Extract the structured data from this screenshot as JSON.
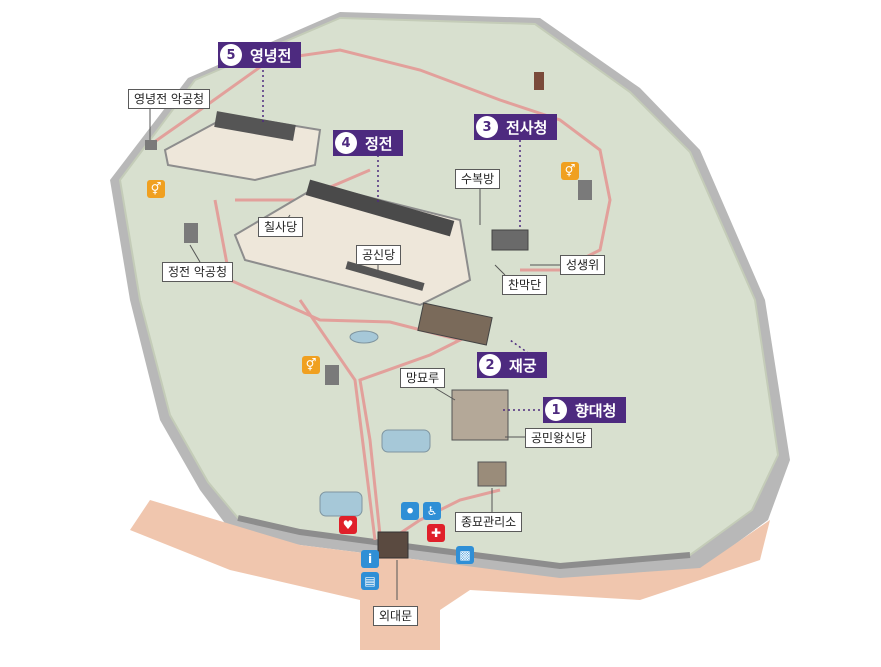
{
  "landmarks": {
    "numbered": [
      {
        "num": "1",
        "name": "향대청"
      },
      {
        "num": "2",
        "name": "재궁"
      },
      {
        "num": "3",
        "name": "전사청"
      },
      {
        "num": "4",
        "name": "정전"
      },
      {
        "num": "5",
        "name": "영녕전"
      }
    ],
    "labels": {
      "yeongnyeong_yakgong": "영녕전 악공청",
      "jeongjeon_yakgong": "정전 악공청",
      "chilsadang": "칠사당",
      "gongsindang": "공신당",
      "subokbang": "수복방",
      "seongsaengwi": "성생위",
      "chanmakdan": "찬막단",
      "mangmyoru": "망묘루",
      "gongmin": "공민왕신당",
      "office": "종묘관리소",
      "entrance": "외대문"
    }
  },
  "icons": {
    "restroom": "restroom-icon",
    "info": "info-icon",
    "locker": "locker-icon",
    "stroller": "stroller-icon",
    "wheelchair": "wheelchair-icon",
    "first_aid": "first-aid-icon",
    "aed": "aed-icon",
    "ticket": "ticket-icon",
    "info_glyph": "i"
  },
  "colors": {
    "ground": "#d8e0cf",
    "tag": "#4d2a7f",
    "path": "#e2a09b",
    "wall_red": "#d13a3a",
    "plaza": "#f0c6ae",
    "info": "#2f8fd6",
    "restroom": "#f0a020",
    "first_aid": "#e0202a"
  }
}
